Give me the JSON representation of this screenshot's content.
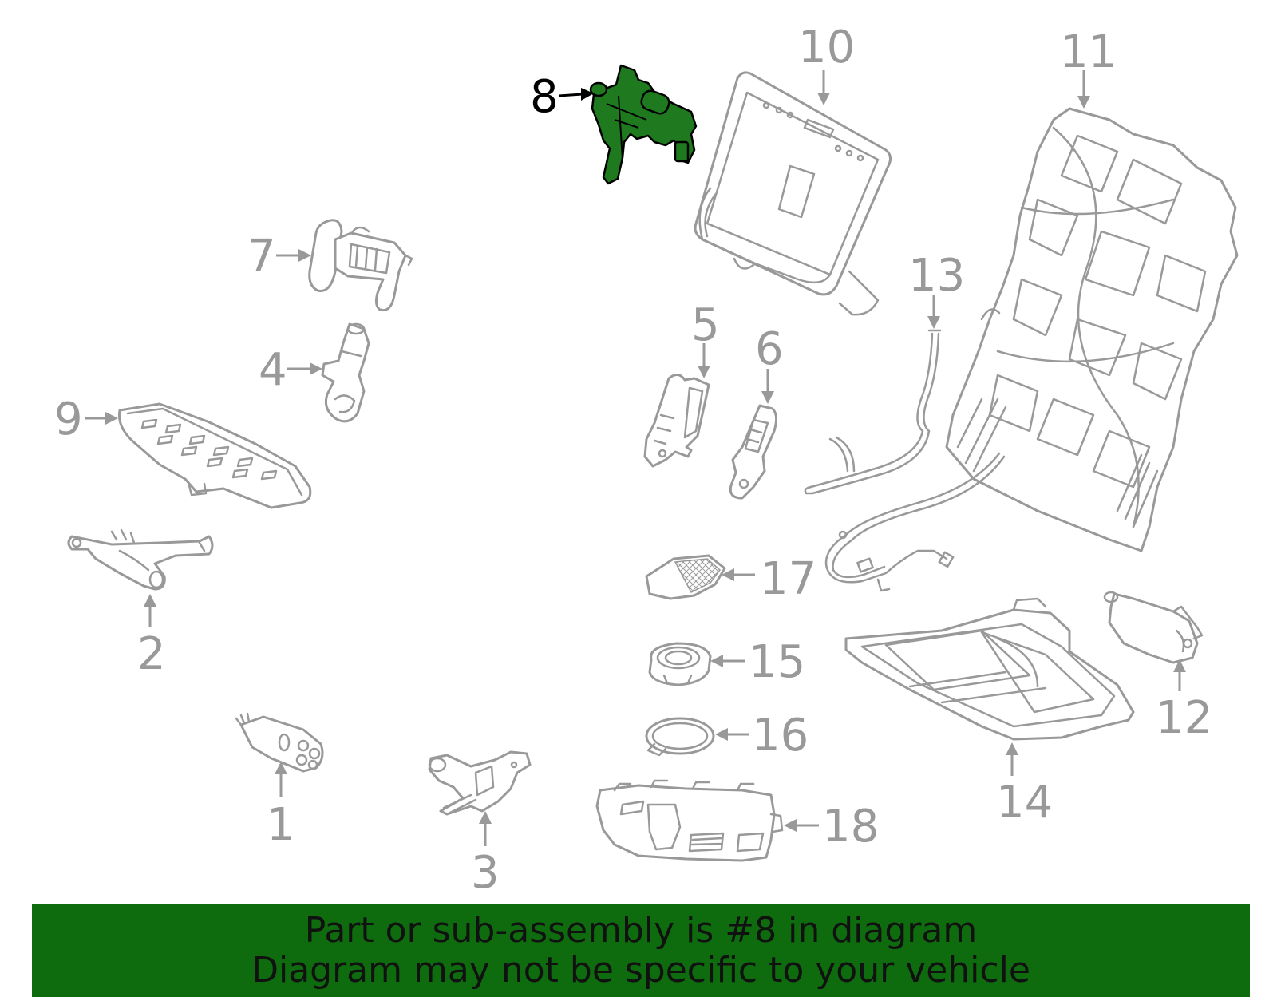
{
  "diagram": {
    "highlighted_part": "8",
    "labels": [
      "1",
      "2",
      "3",
      "4",
      "5",
      "6",
      "7",
      "8",
      "9",
      "10",
      "11",
      "12",
      "13",
      "14",
      "15",
      "16",
      "17",
      "18"
    ],
    "colors": {
      "part_outline": "#999999",
      "highlight_fill": "#1f7a1f",
      "banner_bg": "#0e6b0e"
    }
  },
  "banner": {
    "line1": "Part or sub-assembly is #8 in diagram",
    "line2": "Diagram may not be specific to your vehicle"
  }
}
